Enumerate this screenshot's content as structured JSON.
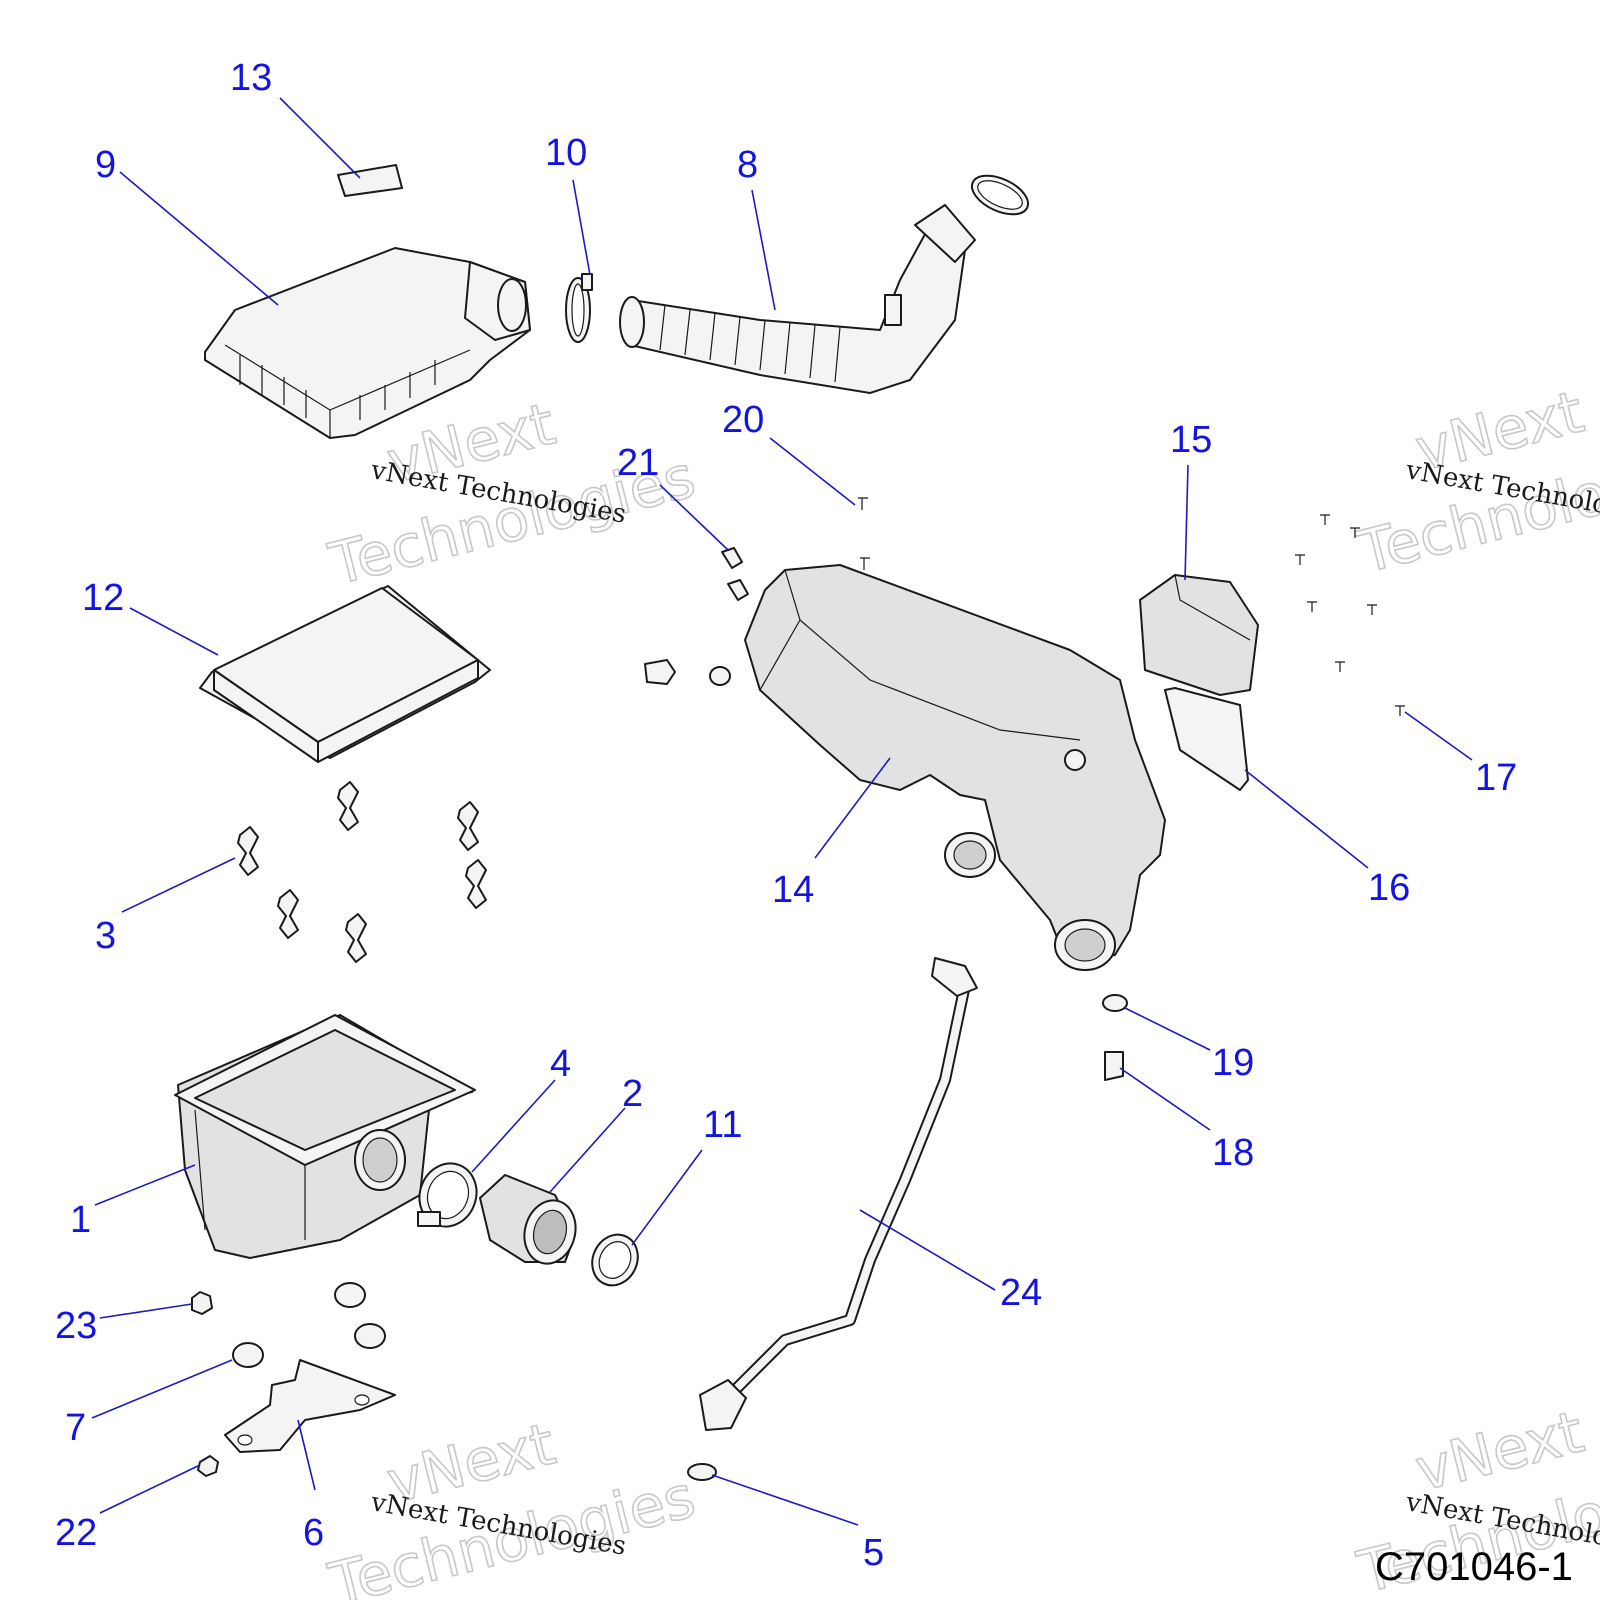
{
  "callouts": {
    "c1": "1",
    "c2": "2",
    "c3": "3",
    "c4": "4",
    "c5": "5",
    "c6": "6",
    "c7": "7",
    "c8": "8",
    "c9": "9",
    "c10": "10",
    "c11": "11",
    "c12": "12",
    "c13": "13",
    "c14": "14",
    "c15": "15",
    "c16": "16",
    "c17": "17",
    "c18": "18",
    "c19": "19",
    "c20": "20",
    "c21": "21",
    "c22": "22",
    "c23": "23",
    "c24": "24"
  },
  "watermark": {
    "text": "vNext Technologies",
    "outline_line1": "vNext",
    "outline_line2": "Technologies"
  },
  "diagram_code": "C701046-1",
  "colors": {
    "callout": "#1414e0",
    "leader": "#1b1bbf"
  }
}
